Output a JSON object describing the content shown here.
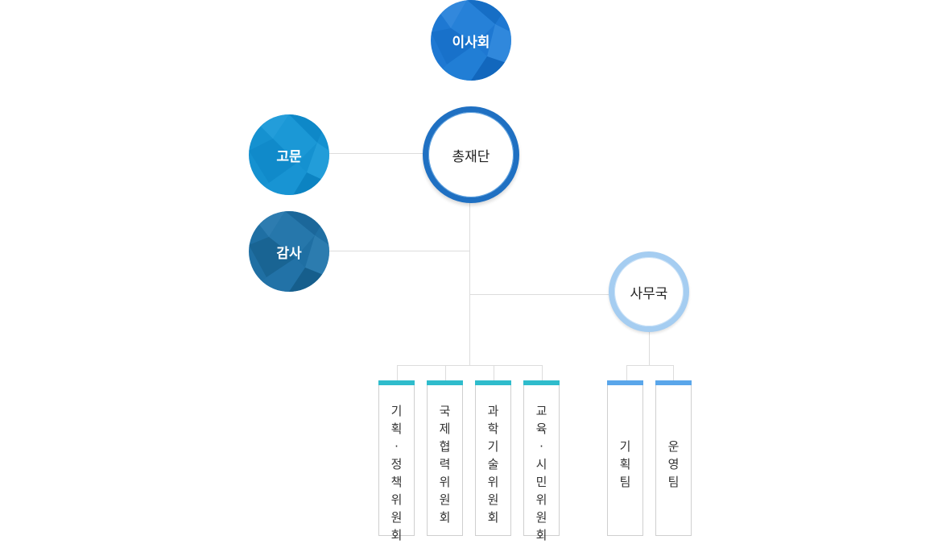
{
  "nodes": {
    "board": "이사회",
    "advisor": "고문",
    "auditor": "감사",
    "president": "총재단",
    "secretariat": "사무국"
  },
  "committees": [
    "기획 · 정책위원회",
    "국제협력위원회",
    "과학기술위원회",
    "교육 · 시민위원회"
  ],
  "teams": [
    "기획팀",
    "운영팀"
  ],
  "colors": {
    "board": "#1e78d2",
    "advisor": "#1591d0",
    "auditor": "#1f6fa3",
    "president_ring": "#1f70c2",
    "secretariat_ring": "#a5cdf1",
    "committee_bar": "#2fbccc",
    "team_bar": "#5aa6ea",
    "connector": "#dcdcdc"
  }
}
